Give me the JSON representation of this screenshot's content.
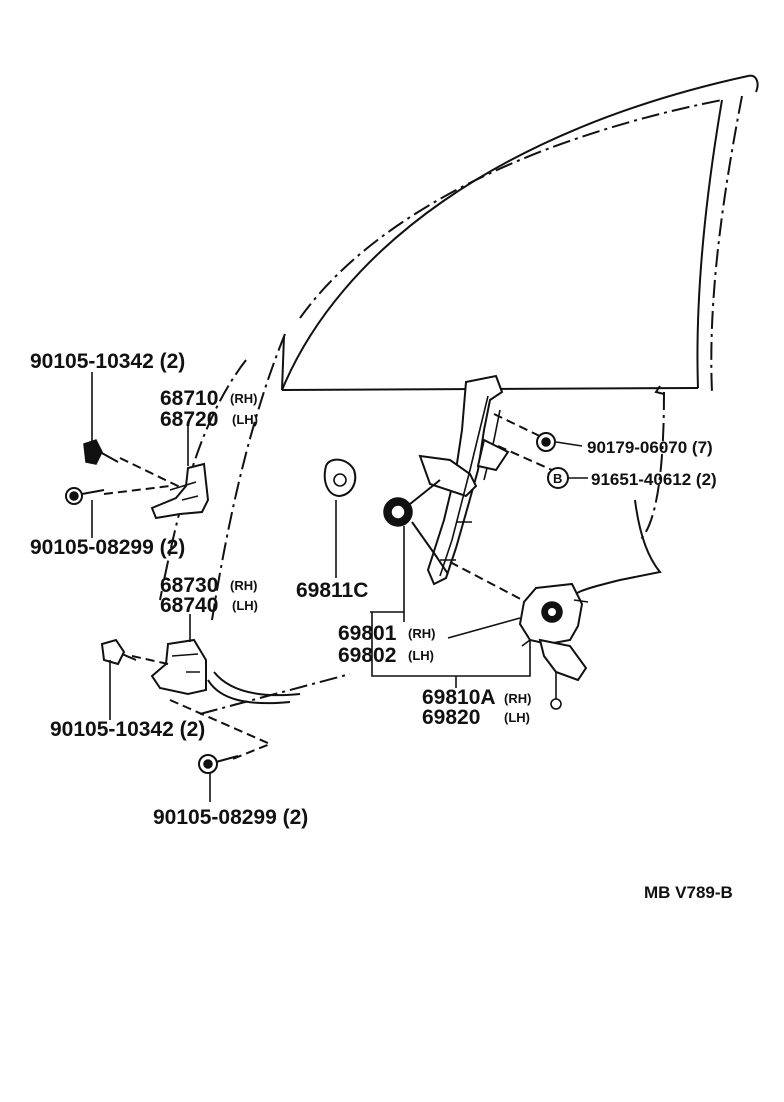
{
  "diagram_code": "MB V789-B",
  "colors": {
    "ink": "#111111",
    "paper": "#ffffff"
  },
  "labels": {
    "bolt_upper_top": "90105-10342 (2)",
    "bolt_upper_bottom": "90105-08299 (2)",
    "channel_upper_rh_num": "68710",
    "channel_upper_rh_tag": "(RH)",
    "channel_upper_lh_num": "68720",
    "channel_upper_lh_tag": "(LH)",
    "channel_lower_rh_num": "68730",
    "channel_lower_rh_tag": "(RH)",
    "channel_lower_lh_num": "68740",
    "channel_lower_lh_tag": "(LH)",
    "bolt_lower_top": "90105-10342 (2)",
    "bolt_lower_bottom": "90105-08299 (2)",
    "handle_seat": "69811C",
    "regulator_rh_num": "69801",
    "regulator_rh_tag": "(RH)",
    "regulator_lh_num": "69802",
    "regulator_lh_tag": "(LH)",
    "motor_rh_num": "69810A",
    "motor_rh_tag": "(RH)",
    "motor_lh_num": "69820",
    "motor_lh_tag": "(LH)",
    "nut_right": "90179-06070 (7)",
    "bolt_b_marker": "B",
    "bolt_b_right": "91651-40612 (2)"
  }
}
